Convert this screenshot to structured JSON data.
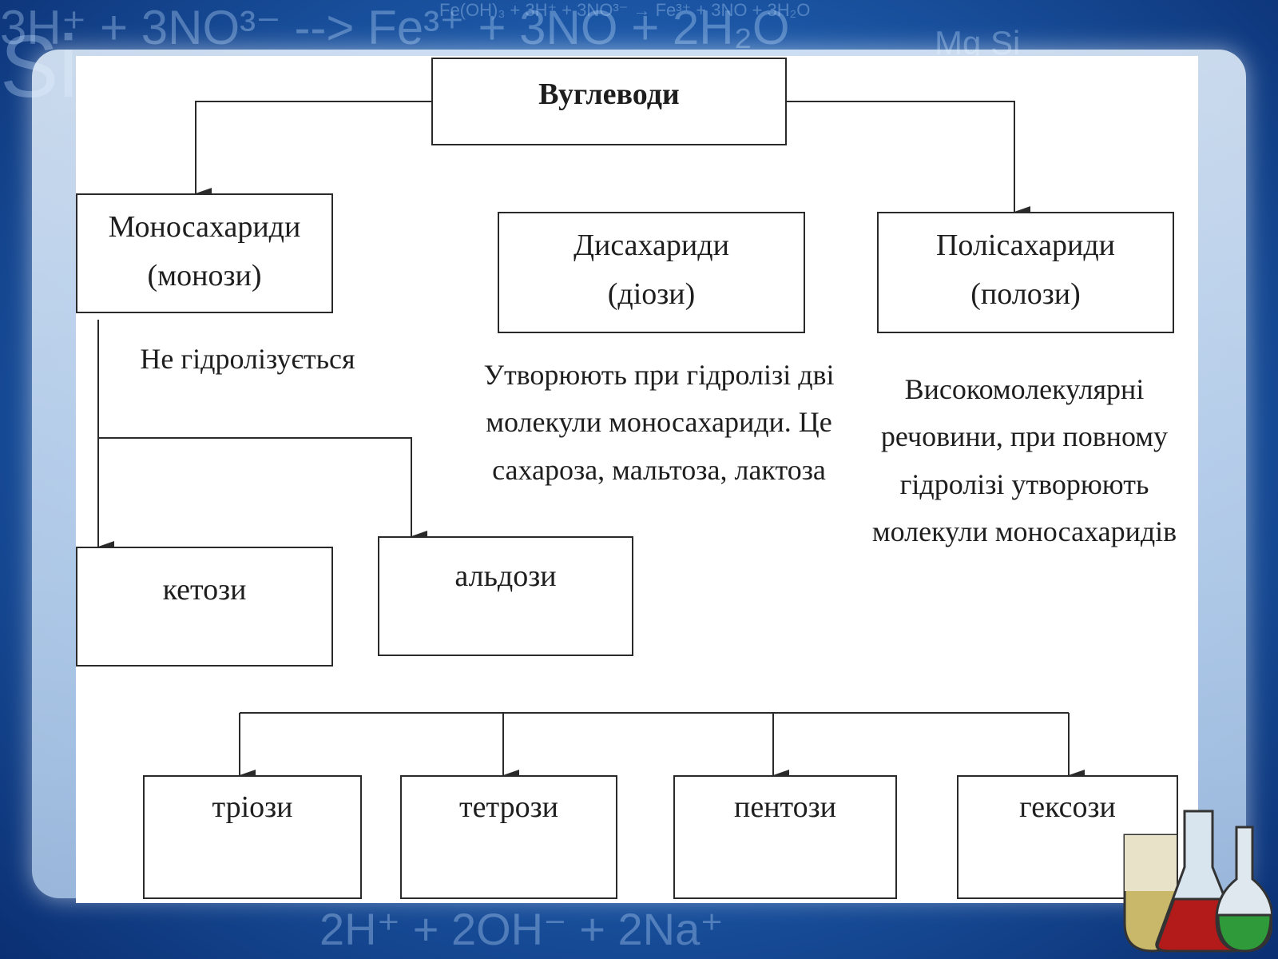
{
  "background": {
    "formula_top": "3H⁺ + 3NO³⁻ --> Fe³⁺ + 3NO + 2H₂O",
    "formula_small": "Fe(OH)₃ + 3H⁺ + 3NO³⁻ → Fe³⁺ + 3NO + 3H₂O",
    "formula_bottom": "2H⁺ + 2OH⁻ + 2Na⁺",
    "symbol_left": "Si",
    "symbol_right": "Mg Si"
  },
  "diagram": {
    "root": {
      "label": "Вуглеводи"
    },
    "monosaccharides": {
      "line1": "Моносахариди",
      "line2": "(монози)",
      "note": "Не гідролізується"
    },
    "disaccharides": {
      "line1": "Дисахариди",
      "line2": "(діози)",
      "note": [
        "Утворюють при гідролізі дві",
        "молекули моносахариди. Це",
        "сахароза, мальтоза, лактоза"
      ]
    },
    "polysaccharides": {
      "line1": "Полісахариди",
      "line2": "(полози)",
      "note": [
        "Високомолекулярні",
        "речовини, при повному",
        "гідролізі утворюють",
        "молекули моносахаридів"
      ]
    },
    "ketoses": {
      "label": "кетози"
    },
    "aldoses": {
      "label": "альдози"
    },
    "by_carbon": [
      "тріози",
      "тетрози",
      "пентози",
      "гексози"
    ]
  },
  "colors": {
    "background": "#1f5fb0",
    "sheet": "#ffffff",
    "ink": "#2a2a2a"
  }
}
